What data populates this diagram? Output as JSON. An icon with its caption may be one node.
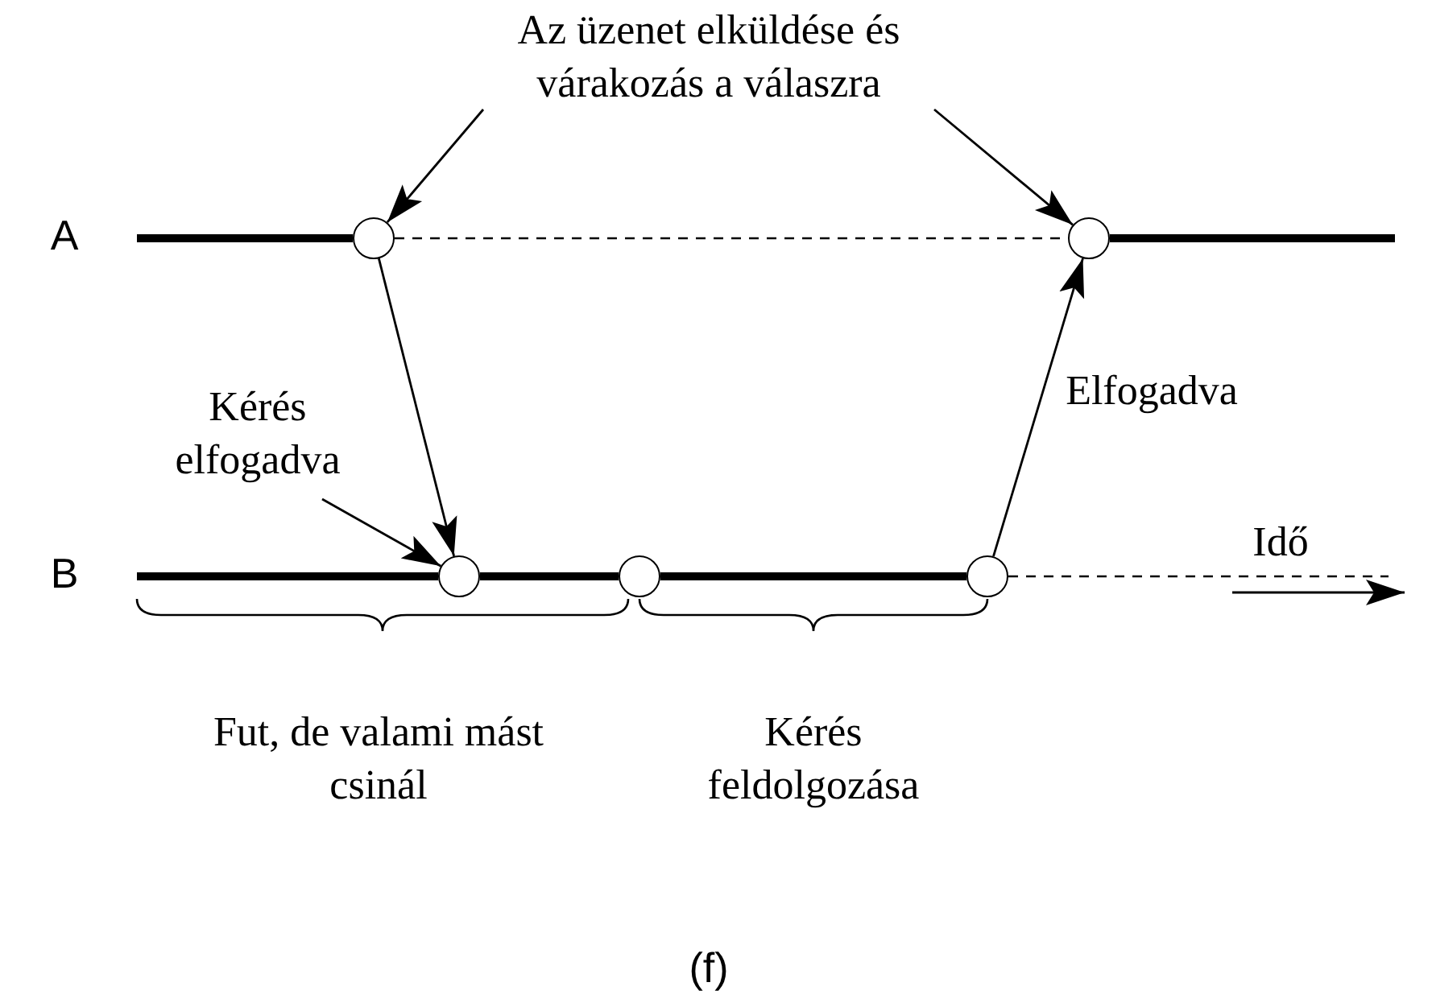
{
  "diagram": {
    "caption": "(f)",
    "nodes": [
      {
        "text": [
          "Az üzenet elküldése és várakozás a válaszra"
        ]
      },
      {
        "text": [],
        "shape": "circle"
      },
      {
        "text": [],
        "shape": "circle"
      },
      {
        "text": [
          "Kérés elfogadva"
        ]
      },
      {
        "text": [],
        "shape": "circle"
      },
      {
        "text": [],
        "shape": "circle"
      },
      {
        "text": [],
        "shape": "circle"
      }
    ],
    "edges": [
      {
        "from": 0,
        "to": 1,
        "arrow": "to"
      },
      {
        "from": 0,
        "to": 2,
        "arrow": "to"
      },
      {
        "from": 1,
        "to": 4,
        "arrow": "to"
      },
      {
        "from": 3,
        "to": 4,
        "arrow": "to"
      },
      {
        "from": 6,
        "to": 2,
        "arrow": "to"
      },
      {
        "from": null,
        "to": 1,
        "arrow": "none",
        "style": "thick"
      },
      {
        "from": 1,
        "to": 2,
        "arrow": "none",
        "style": "dashed"
      },
      {
        "from": 2,
        "to": null,
        "arrow": "none",
        "style": "thick"
      },
      {
        "from": null,
        "to": 4,
        "arrow": "none",
        "style": "thick"
      },
      {
        "from": 4,
        "to": 5,
        "arrow": "none",
        "style": "thick"
      },
      {
        "from": 5,
        "to": 6,
        "arrow": "none",
        "style": "thick"
      },
      {
        "from": 6,
        "to": null,
        "arrow": "none",
        "style": "dashed"
      }
    ],
    "labels": [
      "A",
      "B",
      "Elfogadva",
      "Idő",
      "Fut, de valami mást csinál",
      "Kérés feldolgozása"
    ]
  }
}
